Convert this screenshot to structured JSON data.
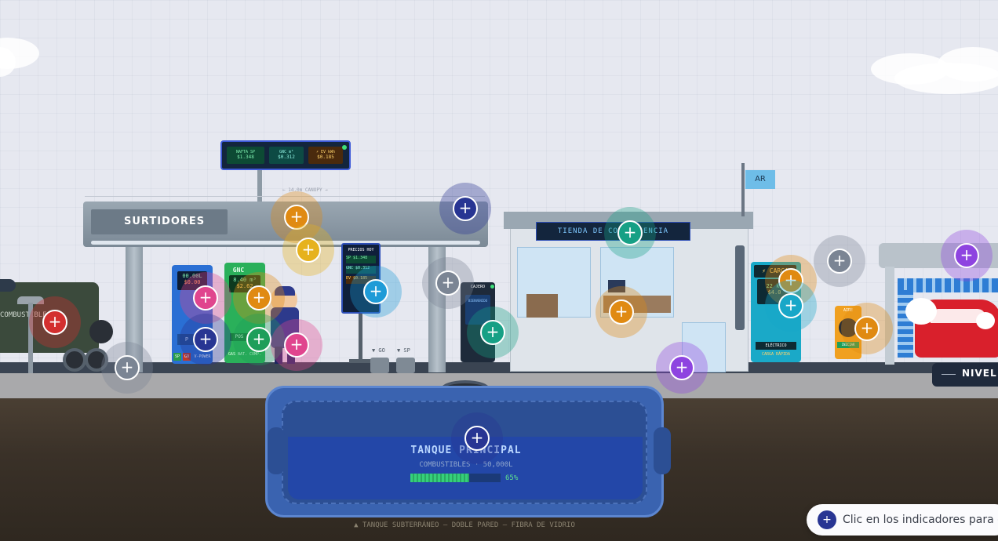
{
  "canopy": {
    "title": "SURTIDORES",
    "dimension": "← 14.0m CANOPY →"
  },
  "price_board": {
    "items": [
      {
        "name": "NAFTA SP",
        "price": "$1.348"
      },
      {
        "name": "GNC m³",
        "price": "$0.312"
      },
      {
        "name": "⚡ EV kWh",
        "price": "$0.185"
      }
    ]
  },
  "pump_fuel": {
    "liters": "00.00L",
    "amount": "$0.00",
    "badges": [
      "SP",
      "GO",
      "V-POWER"
    ],
    "label_p": "P"
  },
  "pump_gnc": {
    "title": "GNC",
    "volume": "8.40 m³",
    "amount": "$2.62",
    "footer": "GAS NAT. COMP.",
    "label": "POS"
  },
  "totem": {
    "title": "PRECIOS HOY",
    "rows": [
      [
        "SP",
        "$1.348"
      ],
      [
        "GNC",
        "$0.312"
      ],
      [
        "EV",
        "$0.185"
      ]
    ]
  },
  "bins": {
    "go": "▼ GO",
    "sp": "▼ SP"
  },
  "atm": {
    "title": "CAJERO",
    "screen_label": "BIENVENIDO"
  },
  "store": {
    "sign": "TIENDA DE CONVENIENCIA"
  },
  "flag": {
    "label": "AR"
  },
  "ev_charger": {
    "title": "⚡ CARGA",
    "power": "22 kW",
    "amount": "$4.0",
    "type": "ELÉCTRICO",
    "footer": "CARGA RÁPIDA"
  },
  "air_station": {
    "title": "AIRE",
    "button": "INICIAR"
  },
  "truck": {
    "label": "COMBUSTIBLE"
  },
  "level_button": {
    "label": "NIVEL"
  },
  "tank": {
    "title": "TANQUE PRINCIPAL",
    "subtitle": "COMBUSTIBLES · 50,000L",
    "percent": "65%",
    "fill_fraction": 0.65,
    "caption": "▲ TANQUE SUBTERRÁNEO — DOBLE PARED — FIBRA DE VIDRIO"
  },
  "hint": {
    "text": "Clic en los indicadores para e"
  },
  "colors": {
    "red": "#d32f2f",
    "orange": "#e08a12",
    "yellow": "#e6b21e",
    "navy": "#283593",
    "blue": "#1e9bd7",
    "gray": "#7b8594",
    "teal": "#16a085",
    "pink": "#e0458e",
    "green": "#1e9e5a",
    "purple": "#8e44e0",
    "cyan": "#18a7c8"
  },
  "hotspots": [
    {
      "id": "truck",
      "color": "red"
    },
    {
      "id": "truck-wheel",
      "color": "gray"
    },
    {
      "id": "canopy-1",
      "color": "orange"
    },
    {
      "id": "canopy-2",
      "color": "yellow"
    },
    {
      "id": "canopy-3",
      "color": "navy"
    },
    {
      "id": "pump-fuel-screen",
      "color": "pink"
    },
    {
      "id": "pump-fuel-nozzle",
      "color": "navy"
    },
    {
      "id": "pump-gnc-screen",
      "color": "orange"
    },
    {
      "id": "pump-gnc-base",
      "color": "green"
    },
    {
      "id": "attendant",
      "color": "pink"
    },
    {
      "id": "totem",
      "color": "blue"
    },
    {
      "id": "column",
      "color": "gray"
    },
    {
      "id": "atm",
      "color": "teal"
    },
    {
      "id": "store-sign",
      "color": "teal"
    },
    {
      "id": "store-counter",
      "color": "orange"
    },
    {
      "id": "store-door",
      "color": "purple"
    },
    {
      "id": "ev-1",
      "color": "orange"
    },
    {
      "id": "ev-2",
      "color": "cyan"
    },
    {
      "id": "sky",
      "color": "gray"
    },
    {
      "id": "air",
      "color": "orange"
    },
    {
      "id": "carwash",
      "color": "purple"
    },
    {
      "id": "tank",
      "color": "navy"
    }
  ]
}
